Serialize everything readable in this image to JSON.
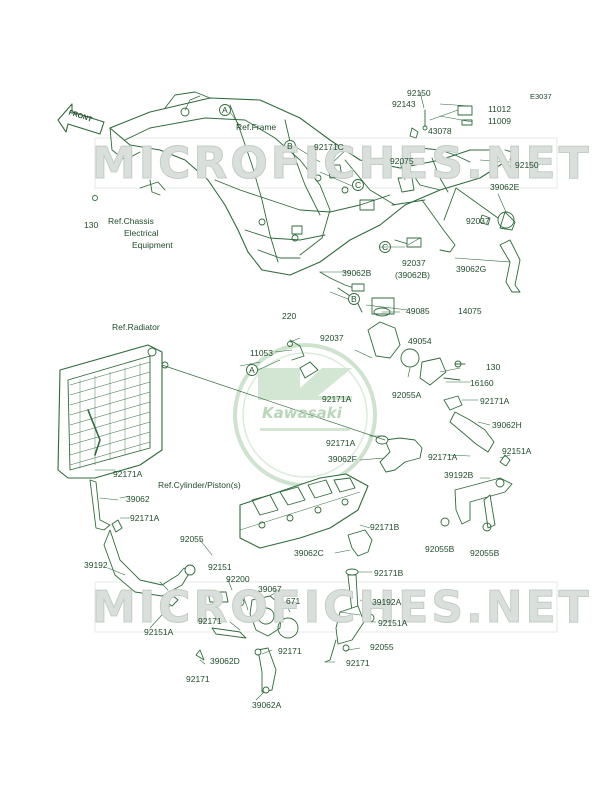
{
  "diagram_code": "E3037",
  "watermark_text": "MICROFICHES.NET",
  "logo_text": "Kawasaki",
  "front_marker": "FRONT",
  "references": {
    "frame": "Ref.Frame",
    "chassis": [
      "Ref.Chassis",
      "Electrical",
      "Equipment"
    ],
    "radiator": "Ref.Radiator",
    "cylinder": "Ref.Cylinder/Piston(s)"
  },
  "circle_markers": [
    "A",
    "B",
    "C"
  ],
  "colors": {
    "line": "#2e6b3a",
    "text": "#1f4d2a",
    "watermark": "#d9e0db",
    "logo": "#b8d6b8"
  },
  "labels": {
    "l92150a": "92150",
    "l92143": "92143",
    "l11012": "11012",
    "l11009": "11009",
    "l43078": "43078",
    "l92171c": "92171C",
    "l92075": "92075",
    "l92150b": "92150",
    "l39062e": "39062E",
    "l130a": "130",
    "l92037a": "92037",
    "l92037b": "92037",
    "l39062b_par": "(39062B)",
    "l39062g": "39062G",
    "l39062b": "39062B",
    "l220": "220",
    "l49085": "49085",
    "l14075": "14075",
    "l92037c": "92037",
    "l11053": "11053",
    "l49054": "49054",
    "l130b": "130",
    "l92055a": "92055A",
    "l16160": "16160",
    "l92171a_1": "92171A",
    "l92171a_2": "92171A",
    "l39062h": "39062H",
    "l92171a_3": "92171A",
    "l39062f": "39062F",
    "l92171a_4": "92171A",
    "l92151a_1": "92151A",
    "l92171a_5": "92171A",
    "l39192b": "39192B",
    "l39062a1": "39062",
    "l92171a_6": "92171A",
    "l92171b_1": "92171B",
    "l92055b_1": "92055B",
    "l92055b_2": "92055B",
    "l39062c": "39062C",
    "l92055": "92055",
    "l39192": "39192",
    "l92151": "92151",
    "l92200": "92200",
    "l92171b_2": "92171B",
    "l39067": "39067",
    "l671": "671",
    "l39192a": "39192A",
    "l92151a_2": "92151A",
    "l92171_1": "92171",
    "l92151a_3": "92151A",
    "l39062d": "39062D",
    "l92171_2": "92171",
    "l92055_b": "92055",
    "l92171_3": "92171",
    "l92171_4": "92171",
    "l39062a": "39062A"
  }
}
